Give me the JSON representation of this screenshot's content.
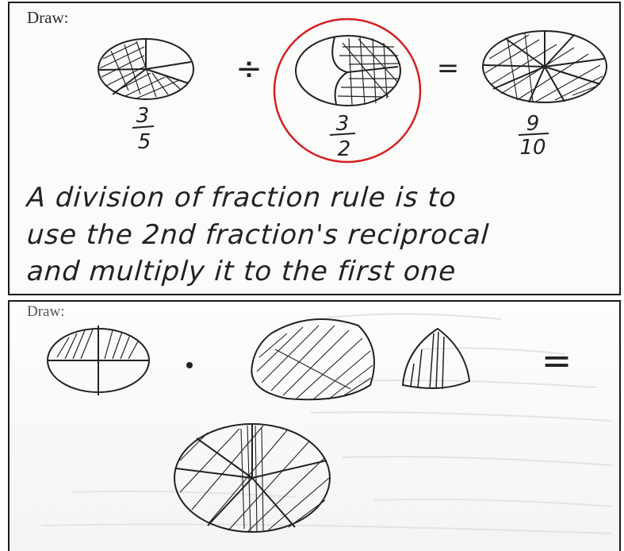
{
  "top_panel": {
    "label": "Draw:",
    "fraction_a": {
      "numerator": "3",
      "denominator": "5"
    },
    "operator": "÷",
    "fraction_b": {
      "numerator": "3",
      "denominator": "2"
    },
    "equals": "=",
    "result": {
      "numerator": "9",
      "denominator": "10"
    },
    "rule_lines": [
      "A division of fraction rule is to",
      "use the 2nd fraction's reciprocal",
      "and multiply it to the first one"
    ]
  },
  "bottom_panel": {
    "label": "Draw:",
    "operator": "•",
    "equals": "="
  },
  "colors": {
    "ink": "#222222",
    "highlight_circle": "#d42020",
    "border": "#1a1a1a"
  }
}
